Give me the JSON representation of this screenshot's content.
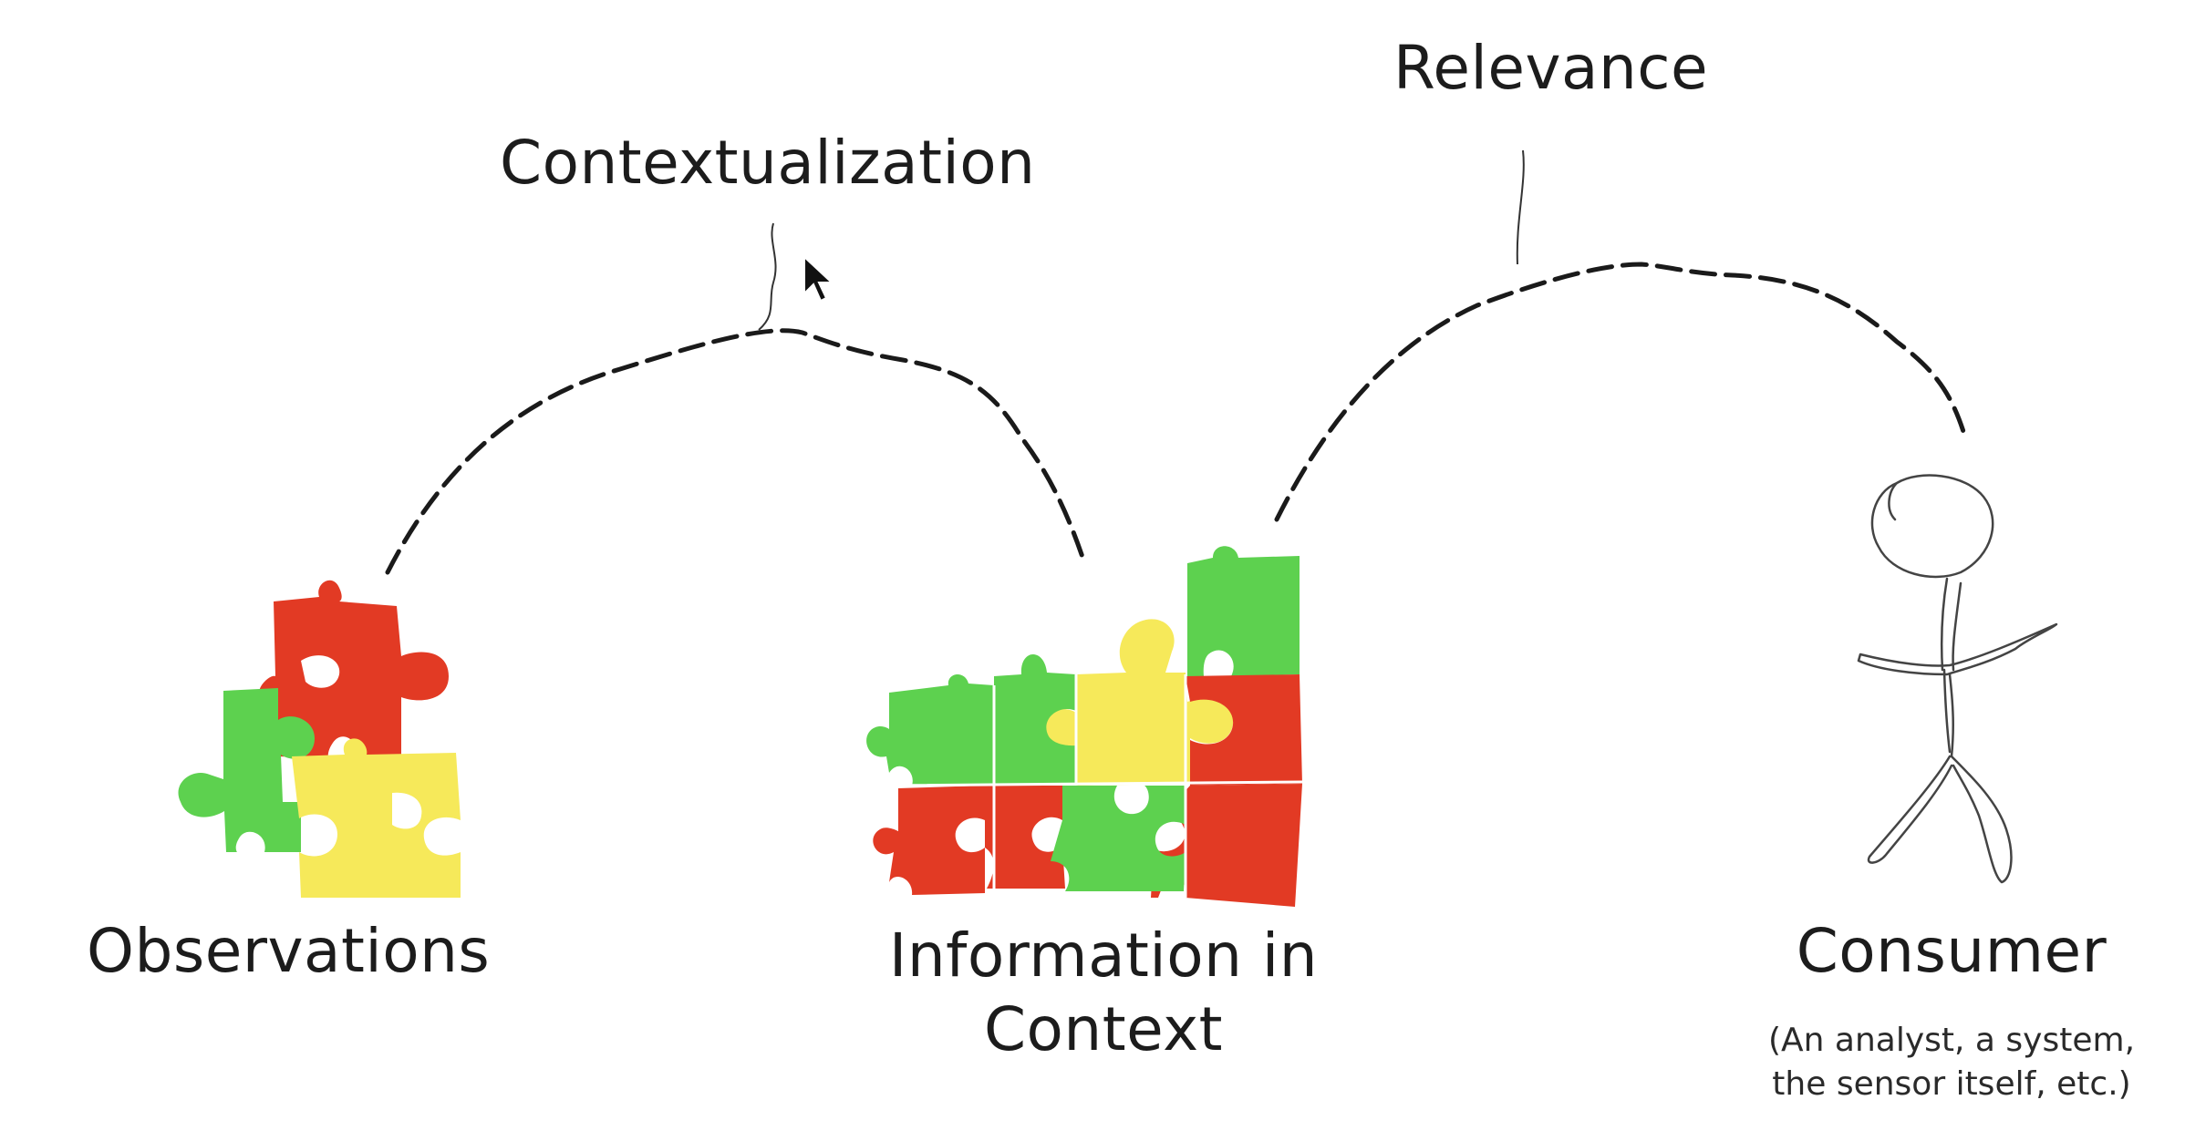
{
  "labels": {
    "contextualization": "Contextualization",
    "relevance": "Relevance",
    "observations": "Observations",
    "information_line1": "Information in",
    "information_line2": "Context",
    "consumer": "Consumer",
    "consumer_note_line1": "(An analyst, a system,",
    "consumer_note_line2": "the sensor itself, etc.)"
  },
  "colors": {
    "red": "#e23a24",
    "green": "#5dd14f",
    "yellow": "#f6e95a",
    "ink": "#1a1a1a"
  },
  "icons": [
    "puzzle-pieces-icon",
    "stick-figure-icon",
    "mouse-cursor-icon"
  ]
}
